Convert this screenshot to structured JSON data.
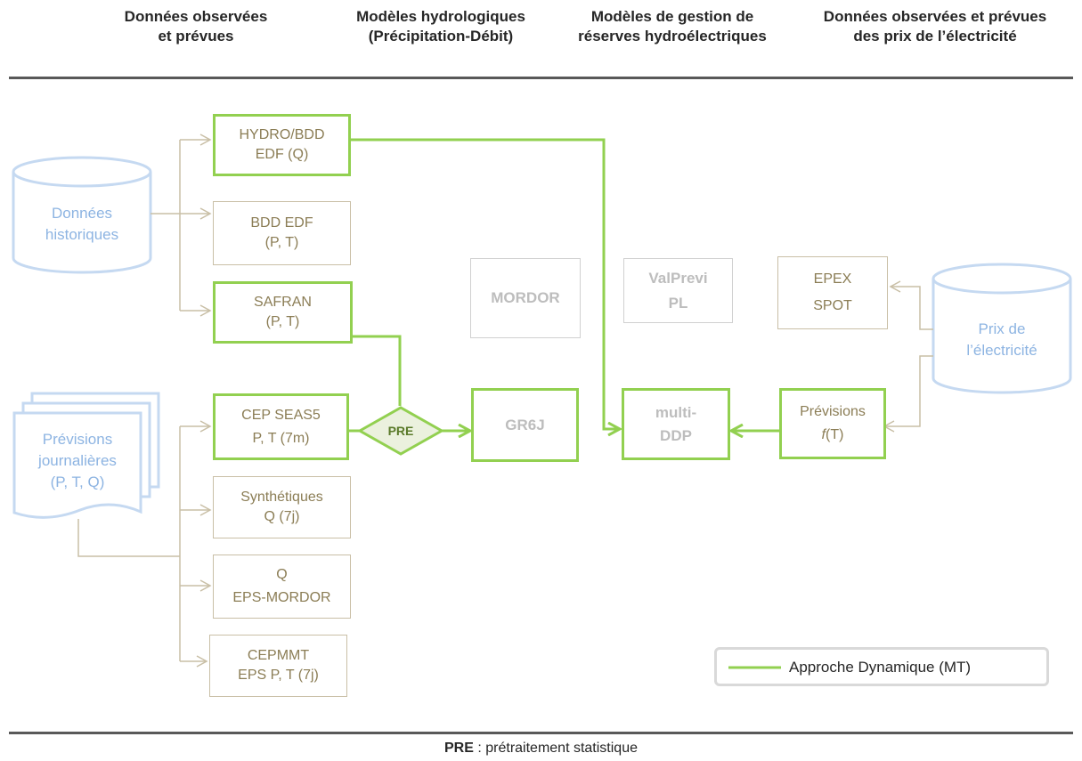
{
  "headers": {
    "observed": "Données observées\net prévues",
    "hydro_models": "Modèles hydrologiques\n(Précipitation-Débit)",
    "reserve_models": "Modèles de gestion de\nréserves hydroélectriques",
    "price_data": "Données observées et prévues\ndes prix de l’électricité"
  },
  "sources": {
    "historical": [
      "Données",
      "historiques"
    ],
    "forecasts": [
      "Prévisions",
      "journalières",
      "(P, T, Q)"
    ],
    "prices": [
      "Prix de",
      "l’électricité"
    ]
  },
  "nodes": {
    "hydro_bdd": [
      "HYDRO/BDD",
      "EDF (Q)"
    ],
    "bdd_edf": [
      "BDD EDF",
      "(P, T)"
    ],
    "safran": [
      "SAFRAN",
      "(P, T)"
    ],
    "cep_seas5": [
      "CEP SEAS5",
      "P, T (7m)"
    ],
    "synthetiques": [
      "Synthétiques",
      "Q (7j)"
    ],
    "eps_mordor": [
      "Q",
      "EPS-MORDOR"
    ],
    "cepmmt": [
      "CEPMMT",
      "EPS P, T (7j)"
    ],
    "pre": "PRE",
    "mordor": "MORDOR",
    "gr6j": "GR6J",
    "valprevi": [
      "ValPrevi",
      "PL"
    ],
    "multi_ddp": [
      "multi-",
      "DDP"
    ],
    "epex": [
      "EPEX",
      "SPOT"
    ],
    "previsions_prefix": "Prévisions",
    "previsions_f": "f",
    "previsions_arg": "(T)"
  },
  "legend": {
    "label": "Approche Dynamique (MT)",
    "line_color": "#92d050"
  },
  "footer": {
    "bold": "PRE",
    "text": " : prétraitement statistique"
  },
  "colors": {
    "green": "#92d050",
    "tan": "#c9bfa6",
    "blue": "#c5d9f1",
    "gray": "#d0d0d0"
  }
}
